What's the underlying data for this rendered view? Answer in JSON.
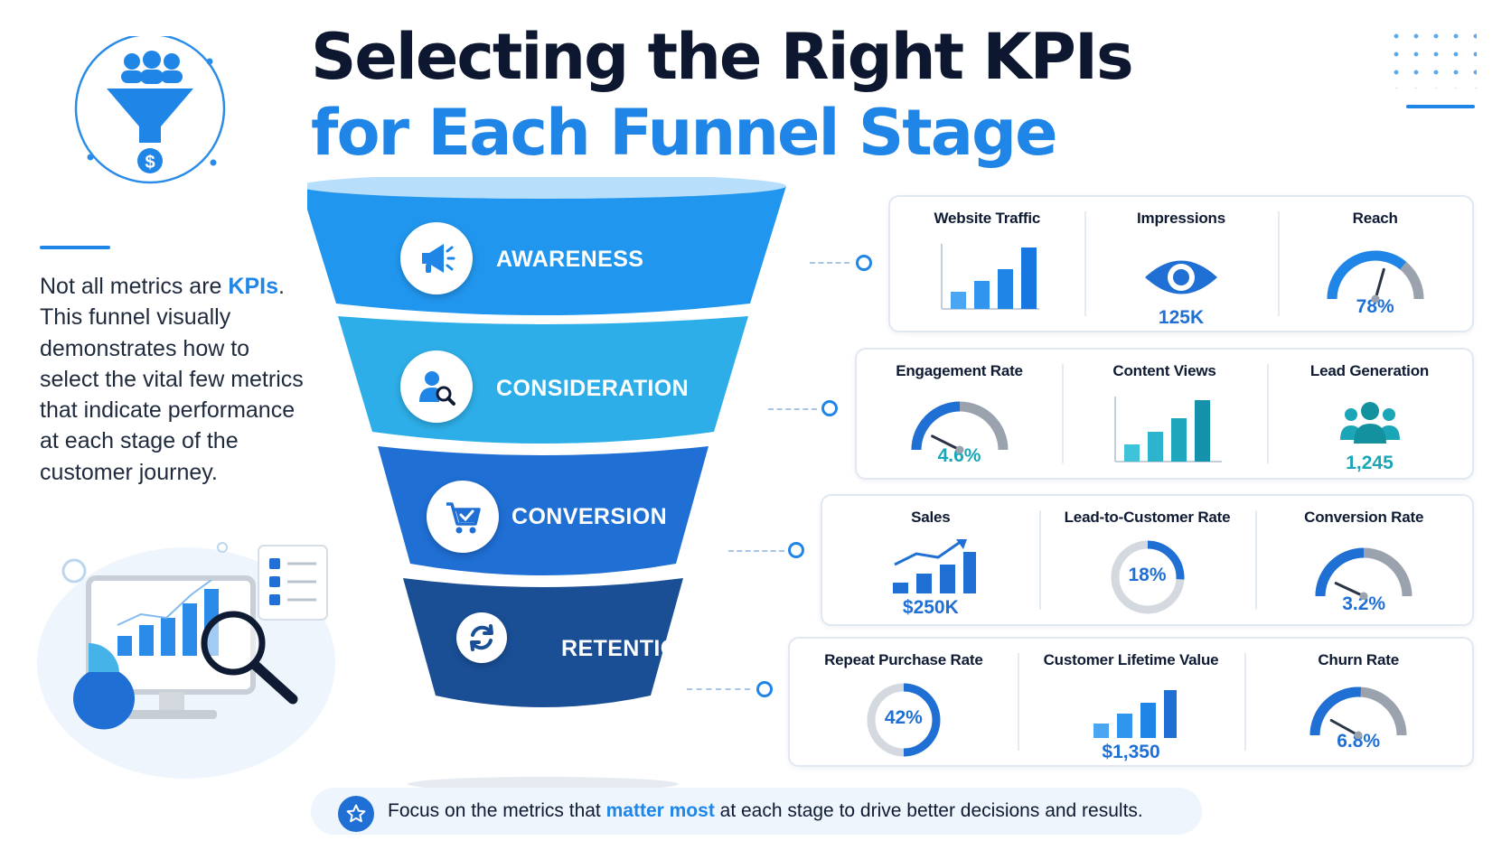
{
  "title": {
    "line1": "Selecting the Right KPIs",
    "line2": "for Each Funnel Stage"
  },
  "intro": {
    "before": "Not all metrics are ",
    "highlight": "KPIs",
    "after": ". This funnel visually demonstrates how to select the vital few metrics that indicate performance at each stage of the customer journey."
  },
  "logo": {
    "icon": "funnel-with-people-and-dollar-icon"
  },
  "illustration": {
    "icon": "analytics-monitor-magnifier-illustration"
  },
  "stages": [
    {
      "label": "AWARENESS",
      "icon": "megaphone-icon",
      "color": "#2196ee"
    },
    {
      "label": "CONSIDERATION",
      "icon": "user-search-icon",
      "color": "#2eaee8"
    },
    {
      "label": "CONVERSION",
      "icon": "shopping-cart-icon",
      "color": "#1f6fd4"
    },
    {
      "label": "RETENTION",
      "icon": "refresh-icon",
      "color": "#1a4f96"
    }
  ],
  "kpi_rows": [
    {
      "stage": "AWARENESS",
      "metrics": [
        {
          "name": "Website Traffic",
          "visual": "bar-chart-icon",
          "value": "",
          "bars": [
            0.25,
            0.42,
            0.6,
            0.92
          ]
        },
        {
          "name": "Impressions",
          "visual": "eye-icon",
          "value": "125K"
        },
        {
          "name": "Reach",
          "visual": "gauge-icon",
          "value": "78%",
          "level": 0.78
        }
      ]
    },
    {
      "stage": "CONSIDERATION",
      "metrics": [
        {
          "name": "Engagement Rate",
          "visual": "gauge-icon",
          "value": "4.6%",
          "level": 0.046
        },
        {
          "name": "Content Views",
          "visual": "bar-chart-icon",
          "value": "",
          "bars": [
            0.25,
            0.45,
            0.65,
            0.92
          ]
        },
        {
          "name": "Lead Generation",
          "visual": "people-group-icon",
          "value": "1,245"
        }
      ]
    },
    {
      "stage": "CONVERSION",
      "metrics": [
        {
          "name": "Sales",
          "visual": "trend-bar-chart-icon",
          "value": "$250K",
          "bars": [
            0.2,
            0.38,
            0.55,
            0.8
          ]
        },
        {
          "name": "Lead-to-Customer Rate",
          "visual": "ring-icon",
          "value": "18%",
          "level": 0.18
        },
        {
          "name": "Conversion Rate",
          "visual": "gauge-icon",
          "value": "3.2%",
          "level": 0.032
        }
      ]
    },
    {
      "stage": "RETENTION",
      "metrics": [
        {
          "name": "Repeat Purchase Rate",
          "visual": "ring-icon",
          "value": "42%",
          "level": 0.42
        },
        {
          "name": "Customer Lifetime Value",
          "visual": "bar-chart-icon",
          "value": "$1,350",
          "bars": [
            0.28,
            0.48,
            0.7,
            0.95
          ]
        },
        {
          "name": "Churn Rate",
          "visual": "gauge-icon",
          "value": "6.8%",
          "level": 0.068
        }
      ]
    }
  ],
  "footer": {
    "icon": "star-icon",
    "before": "Focus on the metrics that ",
    "highlight": "matter most",
    "after": " at each stage to drive better decisions and results."
  },
  "colors": {
    "accent": "#1f86e8",
    "title_dark": "#0d1730",
    "value_blue": "#1f6fd4",
    "teal": "#1aa6b7",
    "gauge_track": "#9aa3ad"
  }
}
